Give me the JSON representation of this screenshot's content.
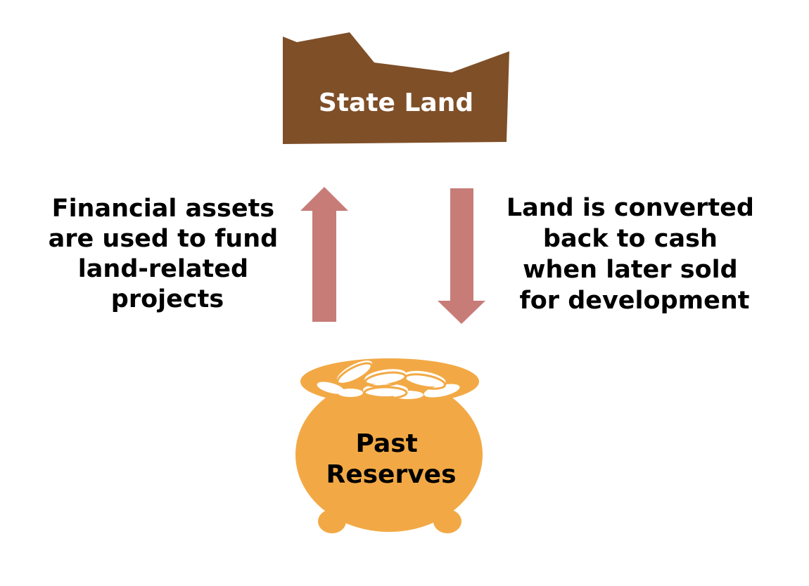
{
  "nodes": {
    "state_land": {
      "label": "State Land"
    },
    "past_reserves": {
      "label_lines": [
        "Past",
        "Reserves"
      ]
    }
  },
  "flows": {
    "up": {
      "label_lines": [
        "Financial assets",
        "are used to fund",
        "land-related",
        "projects"
      ]
    },
    "down": {
      "label_lines": [
        "Land is converted",
        "back to cash",
        "when later sold",
        "for development"
      ]
    }
  },
  "colors": {
    "land": "#7f4f28",
    "pot": "#f2a945",
    "arrow": "#c77c78",
    "text_dark": "#000000",
    "text_light": "#ffffff",
    "background": "#ffffff"
  }
}
